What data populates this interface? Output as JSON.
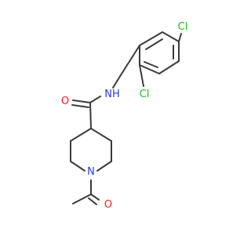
{
  "molecule": {
    "atoms": {
      "O_amide": "O",
      "N_amide": "NH",
      "N_ring": "N",
      "O_acetyl": "O",
      "Cl_top": "Cl",
      "Cl_ortho": "Cl"
    },
    "colors": {
      "bond": "#3a3a3a",
      "oxygen": "#e8271b",
      "nitrogen": "#2a3fd6",
      "chlorine": "#1fb81f",
      "background": "#ffffff"
    }
  }
}
